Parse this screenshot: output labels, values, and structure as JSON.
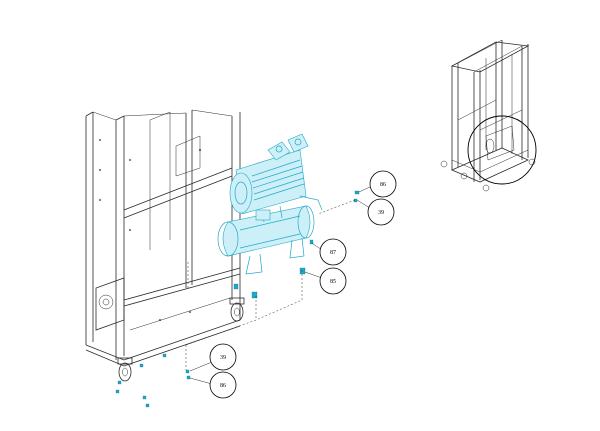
{
  "callouts": {
    "c86_top": "86",
    "c39_top": "39",
    "c87": "87",
    "c85": "85",
    "c39_bottom": "39",
    "c86_bottom": "86"
  },
  "colors": {
    "line": "#2a2a2a",
    "highlight": "#1fa9c9",
    "highlight_fill": "#cdeff7"
  }
}
